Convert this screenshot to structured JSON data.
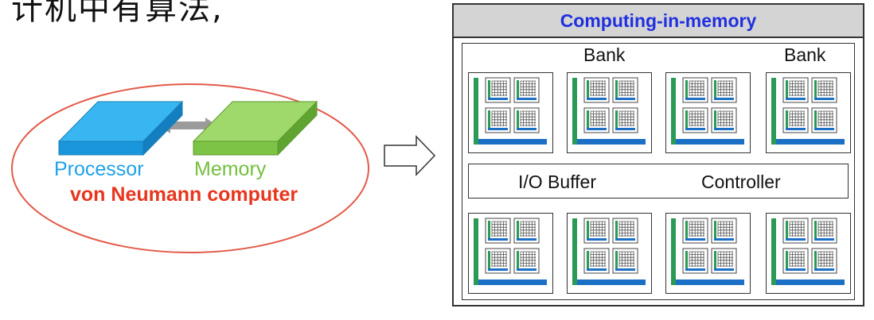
{
  "heading": "计机中有算法,",
  "left_diagram": {
    "processor_label": "Processor",
    "memory_label": "Memory",
    "caption": "von Neumann computer"
  },
  "cim": {
    "title": "Computing-in-memory",
    "bank_label_1": "Bank",
    "bank_label_2": "Bank",
    "io_buffer_label": "I/O Buffer",
    "controller_label": "Controller"
  },
  "colors": {
    "processor_blue": "#1fa2e8",
    "memory_green": "#74bf3e",
    "caption_red": "#e8361e",
    "title_blue": "#1f2fe0",
    "header_gray": "#d4d4d4",
    "bank_green": "#2a9a55",
    "bank_blue": "#1b6fc4"
  }
}
